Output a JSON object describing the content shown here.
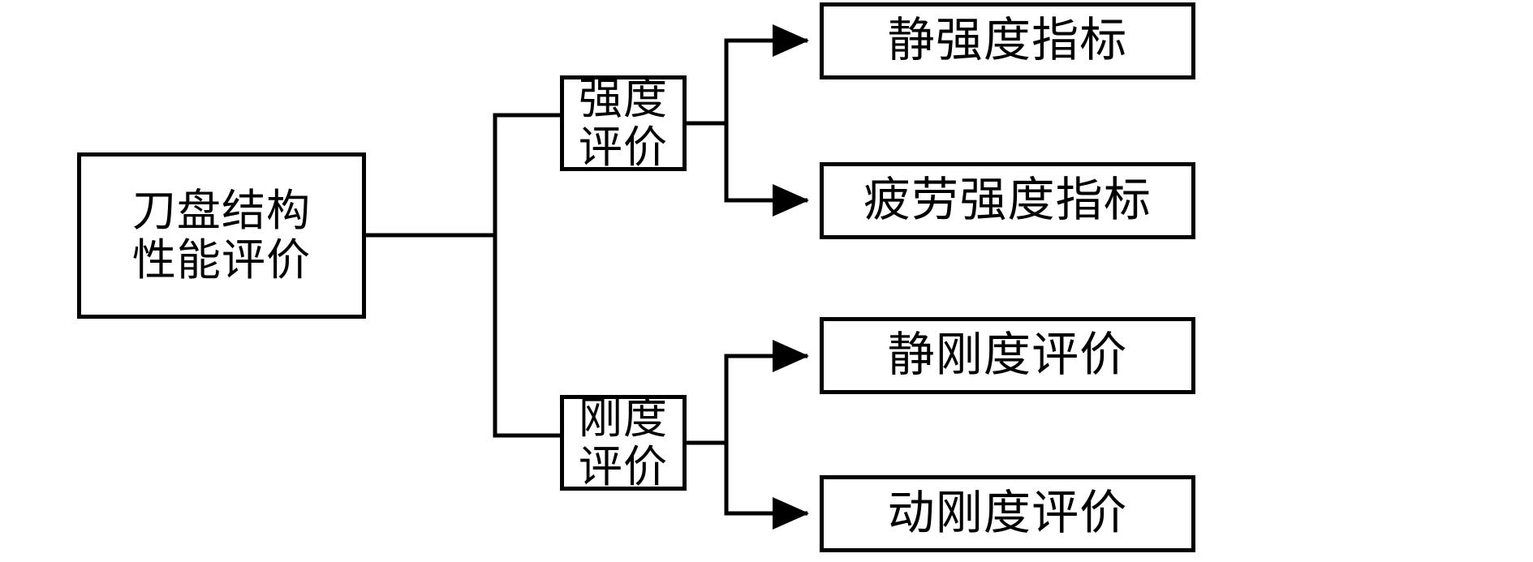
{
  "diagram": {
    "type": "tree-flowchart",
    "orientation": "left-to-right",
    "title_text": "刀盘结构性能评价",
    "colors": {
      "background": "#ffffff",
      "stroke": "#000000",
      "box_fill": "#ffffff",
      "text": "#000000"
    },
    "nodes": {
      "root": {
        "label": "刀盘结构\n性能评价",
        "level": 0
      },
      "branch_strength": {
        "label": "强度评价",
        "level": 1
      },
      "branch_stiffness": {
        "label": "刚度评价",
        "level": 1
      },
      "leaf_static_strength": {
        "label": "静强度指标",
        "level": 2
      },
      "leaf_fatigue_strength": {
        "label": "疲劳强度指标",
        "level": 2
      },
      "leaf_static_stiffness": {
        "label": "静刚度评价",
        "level": 2
      },
      "leaf_dynamic_stiffness": {
        "label": "动刚度评价",
        "level": 2
      }
    },
    "edges": [
      {
        "from": "root",
        "to": "branch_strength",
        "style": "elbow",
        "arrow": false
      },
      {
        "from": "root",
        "to": "branch_stiffness",
        "style": "elbow",
        "arrow": false
      },
      {
        "from": "branch_strength",
        "to": "leaf_static_strength",
        "style": "elbow",
        "arrow": true
      },
      {
        "from": "branch_strength",
        "to": "leaf_fatigue_strength",
        "style": "elbow",
        "arrow": true
      },
      {
        "from": "branch_stiffness",
        "to": "leaf_static_stiffness",
        "style": "elbow",
        "arrow": true
      },
      {
        "from": "branch_stiffness",
        "to": "leaf_dynamic_stiffness",
        "style": "elbow",
        "arrow": true
      }
    ]
  }
}
